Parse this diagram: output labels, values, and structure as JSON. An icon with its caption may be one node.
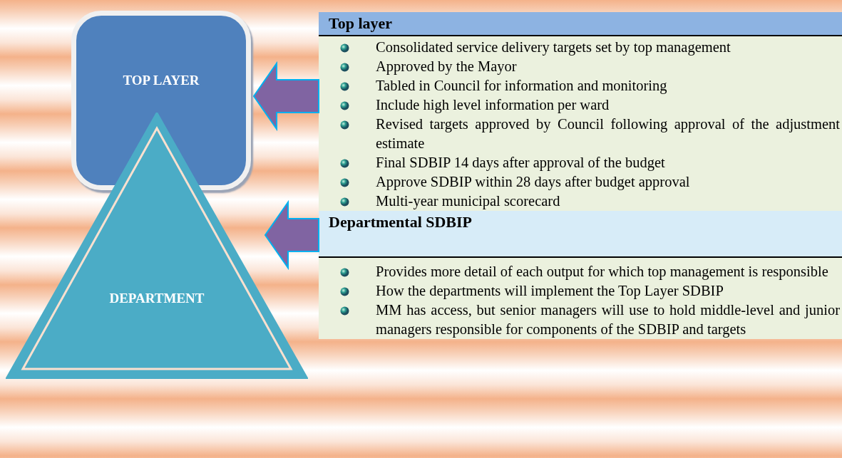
{
  "diagram": {
    "nodes": [
      {
        "text": [
          "TOP LAYER"
        ]
      },
      {
        "text": [
          "DEPARTMENT"
        ]
      },
      {
        "text": [
          "Top layer",
          "Consolidated service delivery targets set by top management",
          "Approved by the Mayor",
          "Tabled in Council for information and monitoring",
          "Include high level information per ward",
          "Revised targets approved by Council following approval of the adjustment estimate",
          "Final SDBIP 14 days after approval of the budget",
          "Approve SDBIP within 28 days after budget approval",
          "Multi-year municipal scorecard"
        ]
      },
      {
        "text": [
          "Departmental SDBIP",
          "Provides more detail of each output for which top management is responsible",
          "How the departments will implement the Top Layer SDBIP",
          "MM has access, but senior managers will use to hold middle-level and junior managers responsible for components of the SDBIP and targets"
        ]
      }
    ],
    "edges": [
      {
        "from": 2,
        "to": 0,
        "arrow": "to"
      },
      {
        "from": 2,
        "to": 1,
        "arrow": "to"
      }
    ]
  }
}
